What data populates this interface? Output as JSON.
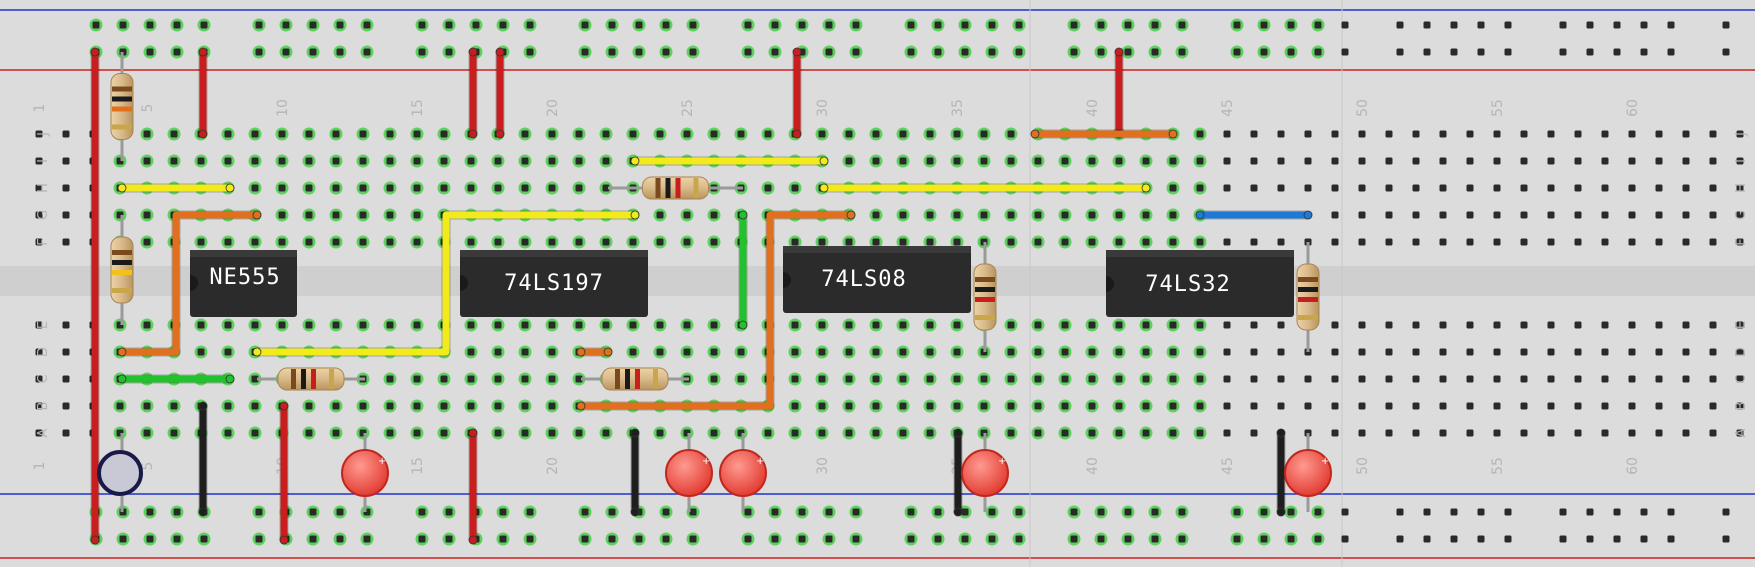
{
  "board": {
    "col_numbers": [
      "1",
      "5",
      "10",
      "15",
      "20",
      "25",
      "30",
      "35",
      "40",
      "45",
      "50",
      "55",
      "60"
    ],
    "row_letters_top": [
      "J",
      "I",
      "H",
      "G",
      "F"
    ],
    "row_letters_bottom": [
      "E",
      "D",
      "C",
      "B",
      "A"
    ],
    "colors": {
      "board": "#dcdcdc",
      "rail_red": "#cc2222",
      "rail_blue": "#2233cc",
      "hole": "#2a2a2a",
      "hole_active": "#5fd05f"
    }
  },
  "chips": [
    {
      "id": "ne555",
      "label": "NE555"
    },
    {
      "id": "74ls197",
      "label": "74LS197"
    },
    {
      "id": "74ls08",
      "label": "74LS08"
    },
    {
      "id": "74ls32",
      "label": "74LS32"
    }
  ],
  "wire_colors": {
    "red": "#c81e1e",
    "black": "#1e1e1e",
    "yellow": "#f2ea1a",
    "orange": "#e0701e",
    "green": "#22c22e",
    "blue": "#1f7ad6"
  },
  "led_color": "#e8463c",
  "resistor_body": "#d9b98a"
}
